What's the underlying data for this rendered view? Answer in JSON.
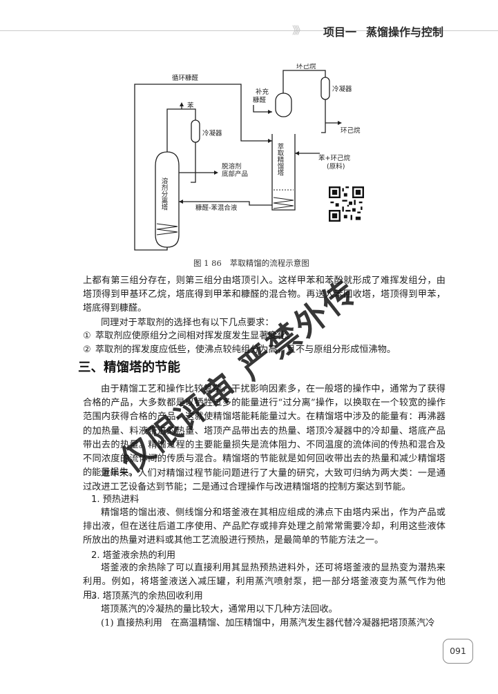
{
  "header": {
    "decoration": "》》",
    "project": "项目一",
    "title": "蒸馏操作与控制"
  },
  "figure": {
    "caption_number": "图 1 86",
    "caption_text": "萃取精馏的流程示意图",
    "labels": {
      "cycle_furfural": "循环糠醛",
      "benzene": "苯",
      "condenser_left": "冷凝器",
      "solvent_column": "溶剂分离塔",
      "bottoms_1": "脱溶剂",
      "bottoms_2": "底部产品",
      "furfural_benzene": "糠醛-苯混合液",
      "makeup_1": "补充",
      "makeup_2": "糠醛",
      "cyclohexane_top": "环己烷",
      "condenser_right": "冷凝器",
      "cyclohexane_out": "环己烷",
      "feed_1": "苯+环己烷",
      "feed_2": "(原料)",
      "extractive_column": "萃取精馏塔"
    }
  },
  "body": {
    "p1": "上都有第三组分存在，则第三组分由塔顶引入。这样甲苯和苯酚就形成了难挥发组分，由塔顶得到甲基环乙烷，塔底得到甲苯和糠醛的混合物。再送入苯回收塔，塔顶得到甲苯，塔底得到糠醛。",
    "p2": "同理对于萃取剂的选择也有以下几点要求：",
    "item1_num": "①",
    "item1_text": "萃取剂应使原组分之间相对挥发度发生显著变化。",
    "item2_num": "②",
    "item2_text": "萃取剂的挥发度应低些，使沸点较纯组分为高，且不与原组分形成恒沸物。",
    "section_title": "三、精馏塔的节能",
    "p3": "由于精馏工艺和操作比较复杂，干扰影响因素多，在一般塔的操作中，通常为了获得合格的产品，大多数都是以牺牲过多的能量进行“过分离”操作，以换取在一个较宽的操作范围内获得合格的产品，这就使精馏塔能耗能量过大。在精馏塔中涉及的能量有：再沸器的加热量、料液带进的热量、塔顶产品带出去的热量、塔顶冷凝器中的冷却量、塔底产品带出去的热量。精馏过程的主要能量损失是流体阻力、不同温度的流体间的传热和混合及不同浓度的流体间的传质与混合。精馏塔的节能就是如何回收带出去的热量和减少精馏塔的能量损失。",
    "p4": "近年来，人们对精馏过程节能问题进行了大量的研究，大致可归纳为两大类：一是通过改进工艺设备达到节能；二是通过合理操作与改进精馏塔的控制方案达到节能。",
    "h1_num": "1.",
    "h1_text": "预热进料",
    "p5": "精馏塔的馏出液、侧线馏分和塔釜液在其相应组成的沸点下由塔内采出，作为产品或排出液，但在送往后道工序使用、产品贮存或排弃处理之前常常需要冷却，利用这些液体所放出的热量对进料或其他工艺流股进行预热，是最简单的节能方法之一。",
    "h2_num": "2.",
    "h2_text": "塔釜液余热的利用",
    "p6": "塔釜液的余热除了可以直接利用其显热预热进料外，还可将塔釜液的显热变为潜热来利用。例如，将塔釜液送入减压罐，利用蒸汽喷射泵，把一部分塔釜液变为蒸气作为他用。",
    "h3_num": "3.",
    "h3_text": "塔顶蒸汽的余热回收利用",
    "p7": "塔顶蒸汽的冷凝热的量比较大，通常用以下几种方法回收。",
    "p8_num": "(1)",
    "p8_label": "直接热利用",
    "p8_text": "在高温精馏、加压精馏中，用蒸汽发生器代替冷凝器把塔顶蒸汽冷"
  },
  "watermark": "仅限评审 严禁外传",
  "page_number": "091"
}
